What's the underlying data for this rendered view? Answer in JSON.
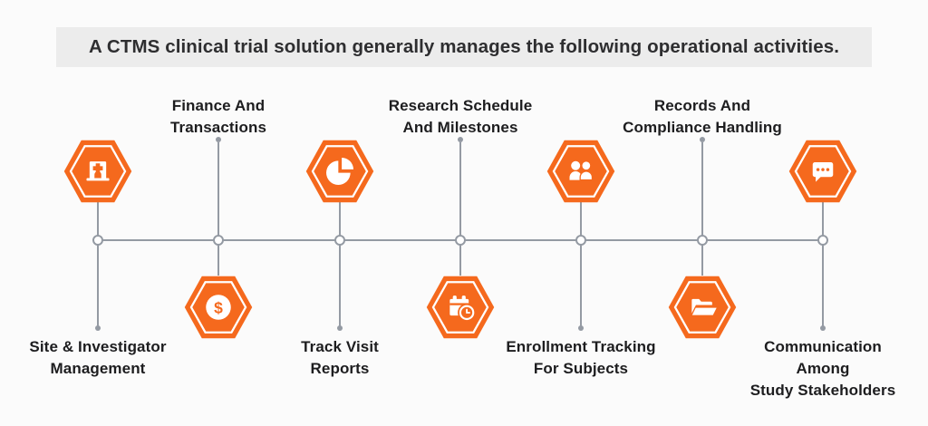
{
  "header": {
    "title": "A CTMS clinical trial solution generally manages the following operational activities."
  },
  "colors": {
    "accent_orange": "#f5691d",
    "connector_gray": "#949aa3",
    "label_text": "#1d1d1f",
    "title_bar_bg": "#ececec",
    "page_bg": "#fbfbfb"
  },
  "timeline": {
    "items": [
      {
        "label": "Site & Investigator\nManagement",
        "icon": "hospital-icon",
        "icon_position": "above-line"
      },
      {
        "label": "Finance And\nTransactions",
        "icon": "dollar-coin-icon",
        "icon_position": "below-line"
      },
      {
        "label": "Track Visit\nReports",
        "icon": "pie-chart-icon",
        "icon_position": "above-line"
      },
      {
        "label": "Research Schedule\nAnd Milestones",
        "icon": "calendar-clock-icon",
        "icon_position": "below-line"
      },
      {
        "label": "Enrollment Tracking\nFor Subjects",
        "icon": "people-icon",
        "icon_position": "above-line"
      },
      {
        "label": "Records And\nCompliance Handling",
        "icon": "folder-icon",
        "icon_position": "below-line"
      },
      {
        "label": "Communication\nAmong\nStudy Stakeholders",
        "icon": "chat-bubble-icon",
        "icon_position": "above-line"
      }
    ]
  }
}
